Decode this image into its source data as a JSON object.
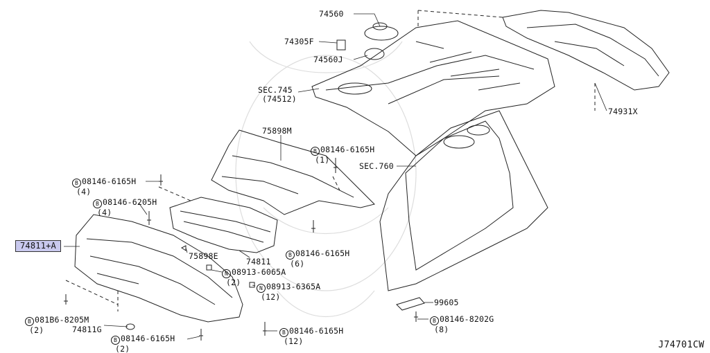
{
  "diagram": {
    "code": "J74701CW",
    "callouts": {
      "p74560": "74560",
      "p74305f": "74305F",
      "p74560j": "74560J",
      "sec745": "SEC.745",
      "sec745_sub": "(74512)",
      "p74931x": "74931X",
      "p75898m": "75898M",
      "b1_code": "08146-6165H",
      "b1_qty": "(1)",
      "sec760": "SEC.760",
      "b2_code": "08146-6165H",
      "b2_qty": "(4)",
      "b3_code": "08146-6205H",
      "b3_qty": "(4)",
      "p74811a": "74811+A",
      "p75898e": "75898E",
      "p74811": "74811",
      "b4_code": "08146-6165H",
      "b4_qty": "(6)",
      "n1_code": "08913-6065A",
      "n1_qty": "(2)",
      "n2_code": "08913-6365A",
      "n2_qty": "(12)",
      "p99605": "99605",
      "b5_code": "081B6-8205M",
      "b5_qty": "(2)",
      "p74811g": "74811G",
      "b6_code": "08146-6165H",
      "b6_qty": "(2)",
      "b7_code": "08146-6165H",
      "b7_qty": "(12)",
      "b8_code": "08146-8202G",
      "b8_qty": "(8)",
      "mark_b": "B",
      "mark_n": "N"
    }
  }
}
